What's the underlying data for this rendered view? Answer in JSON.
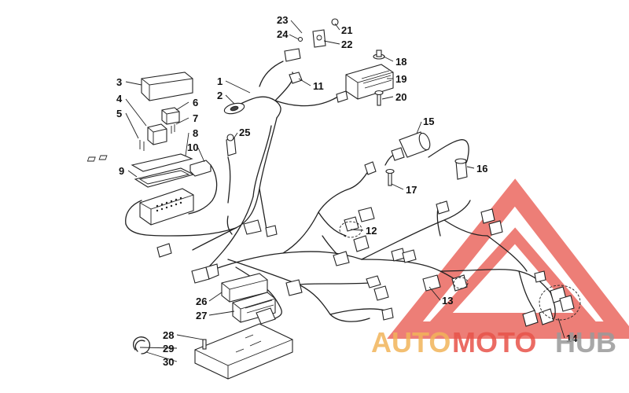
{
  "diagram": {
    "callouts": [
      {
        "id": "1",
        "label": "1"
      },
      {
        "id": "2",
        "label": "2"
      },
      {
        "id": "3",
        "label": "3"
      },
      {
        "id": "4",
        "label": "4"
      },
      {
        "id": "5",
        "label": "5"
      },
      {
        "id": "6",
        "label": "6"
      },
      {
        "id": "7",
        "label": "7"
      },
      {
        "id": "8",
        "label": "8"
      },
      {
        "id": "9",
        "label": "9"
      },
      {
        "id": "10",
        "label": "10"
      },
      {
        "id": "11",
        "label": "11"
      },
      {
        "id": "12",
        "label": "12"
      },
      {
        "id": "13",
        "label": "13"
      },
      {
        "id": "14",
        "label": "14"
      },
      {
        "id": "15",
        "label": "15"
      },
      {
        "id": "16",
        "label": "16"
      },
      {
        "id": "17",
        "label": "17"
      },
      {
        "id": "18",
        "label": "18"
      },
      {
        "id": "19",
        "label": "19"
      },
      {
        "id": "20",
        "label": "20"
      },
      {
        "id": "21",
        "label": "21"
      },
      {
        "id": "22",
        "label": "22"
      },
      {
        "id": "23",
        "label": "23"
      },
      {
        "id": "24",
        "label": "24"
      },
      {
        "id": "25",
        "label": "25"
      },
      {
        "id": "26",
        "label": "26"
      },
      {
        "id": "27",
        "label": "27"
      },
      {
        "id": "28",
        "label": "28"
      },
      {
        "id": "29",
        "label": "29"
      },
      {
        "id": "30",
        "label": "30"
      }
    ]
  },
  "watermark": {
    "part1": "AUTO",
    "part2": "MOTO",
    "part3": "HUB",
    "color_primary": "#e8534a",
    "color_secondary": "#f2b45a",
    "color_tertiary": "#9a9a9a"
  }
}
